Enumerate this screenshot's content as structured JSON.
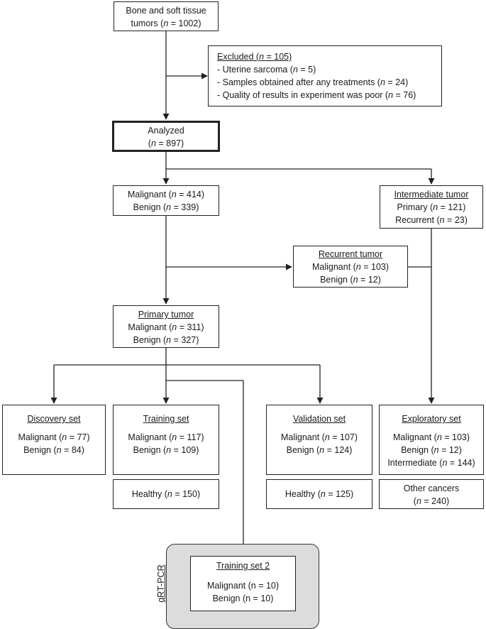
{
  "boxes": {
    "source": {
      "line1": "Bone and soft tissue",
      "line2_prefix": "tumors (",
      "line2_n": "n",
      "line2_suffix": " = 1002)"
    },
    "excluded": {
      "title_prefix": "Excluded (",
      "title_n": "n",
      "title_suffix": " = 105)",
      "items": [
        {
          "prefix": "- Uterine sarcoma (",
          "n": "n",
          "suffix": " = 5)"
        },
        {
          "prefix": "- Samples obtained after any treatments (",
          "n": "n",
          "suffix": " = 24)"
        },
        {
          "prefix": "- Quality of results in experiment was poor (",
          "n": "n",
          "suffix": " = 76)"
        }
      ]
    },
    "analyzed": {
      "line1": "Analyzed",
      "line2_prefix": "(",
      "line2_n": "n",
      "line2_suffix": " = 897)"
    },
    "malignant_benign": {
      "l1_prefix": "Malignant (",
      "l1_n": "n",
      "l1_suffix": " = 414)",
      "l2_prefix": "Benign (",
      "l2_n": "n",
      "l2_suffix": " = 339)"
    },
    "intermediate": {
      "title": "Intermediate tumor",
      "l1_prefix": "Primary (",
      "l1_n": "n",
      "l1_suffix": " = 121)",
      "l2_prefix": "Recurrent (",
      "l2_n": "n",
      "l2_suffix": " = 23)"
    },
    "recurrent": {
      "title": "Recurrent tumor",
      "l1_prefix": "Malignant (",
      "l1_n": "n",
      "l1_suffix": " = 103)",
      "l2_prefix": "Benign (",
      "l2_n": "n",
      "l2_suffix": " = 12)"
    },
    "primary": {
      "title": "Primary tumor",
      "l1_prefix": "Malignant (",
      "l1_n": "n",
      "l1_suffix": " = 311)",
      "l2_prefix": "Benign (",
      "l2_n": "n",
      "l2_suffix": " = 327)"
    },
    "discovery": {
      "title": "Discovery set",
      "l1_prefix": "Malignant (",
      "l1_n": "n",
      "l1_suffix": " = 77)",
      "l2_prefix": "Benign (",
      "l2_n": "n",
      "l2_suffix": " = 84)"
    },
    "training": {
      "title": "Training set",
      "l1_prefix": "Malignant (",
      "l1_n": "n",
      "l1_suffix": " = 117)",
      "l2_prefix": "Benign (",
      "l2_n": "n",
      "l2_suffix": " = 109)"
    },
    "validation": {
      "title": "Validation set",
      "l1_prefix": "Malignant (",
      "l1_n": "n",
      "l1_suffix": " = 107)",
      "l2_prefix": "Benign (",
      "l2_n": "n",
      "l2_suffix": " = 124)"
    },
    "exploratory": {
      "title": "Exploratory set",
      "l1_prefix": "Malignant (",
      "l1_n": "n",
      "l1_suffix": " = 103)",
      "l2_prefix": "Benign (",
      "l2_n": "n",
      "l2_suffix": " = 12)",
      "l3_prefix": "Intermediate (",
      "l3_n": "n",
      "l3_suffix": " = 144)"
    },
    "healthy_training": {
      "prefix": "Healthy (",
      "n": "n",
      "suffix": " = 150)"
    },
    "healthy_validation": {
      "prefix": "Healthy (",
      "n": "n",
      "suffix": " = 125)"
    },
    "other_cancers": {
      "line1": "Other cancers",
      "line2_prefix": "(",
      "line2_n": "n",
      "line2_suffix": " = 240)"
    },
    "training2": {
      "title": "Training set 2",
      "l1": "Malignant (n = 10)",
      "l2": "Benign (n = 10)"
    }
  },
  "qrtpcr_label": "qRT-PCR"
}
